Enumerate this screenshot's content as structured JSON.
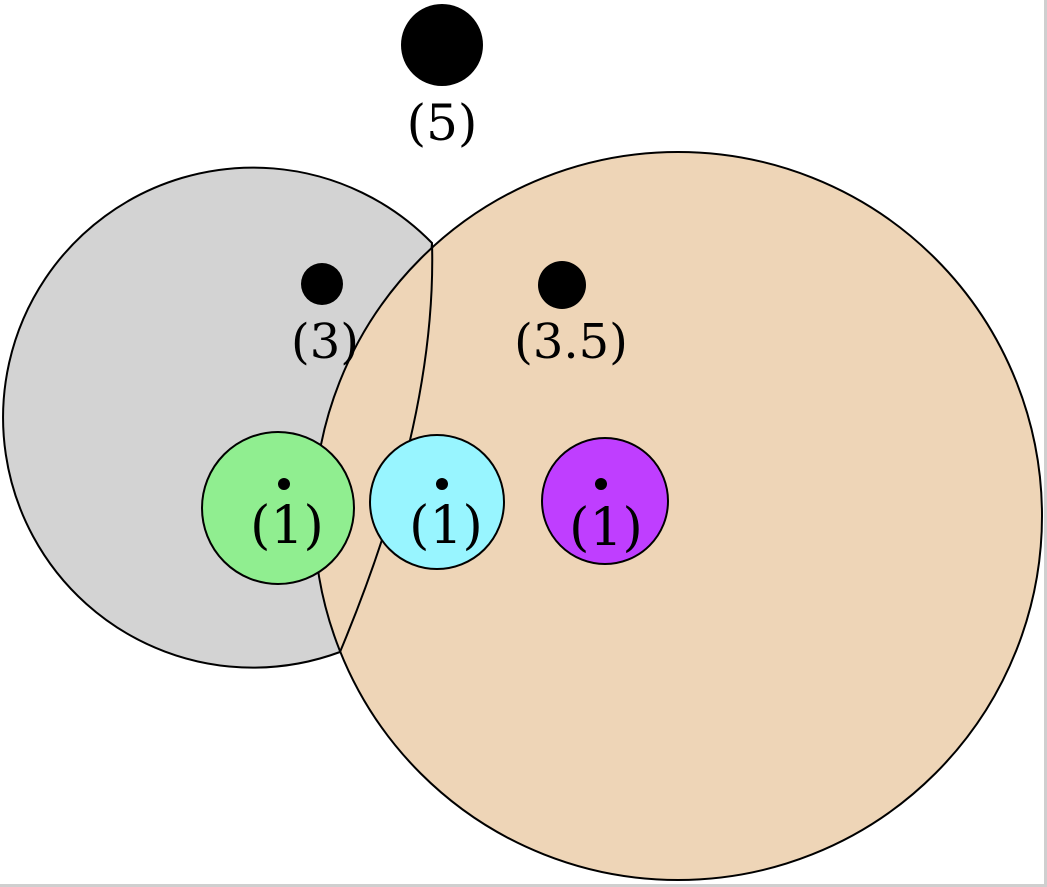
{
  "diagram": {
    "colors": {
      "gray_region": "#d3d3d3",
      "tan_region": "#eed5b7",
      "green_node": "#90ee90",
      "cyan_node": "#98f5ff",
      "purple_node": "#bf3eff",
      "stroke": "#000000",
      "dot": "#000000"
    },
    "labels": {
      "top": "(5)",
      "gray": "(3)",
      "tan": "(3.5)",
      "green": "(1)",
      "cyan": "(1)",
      "purple": "(1)"
    }
  }
}
